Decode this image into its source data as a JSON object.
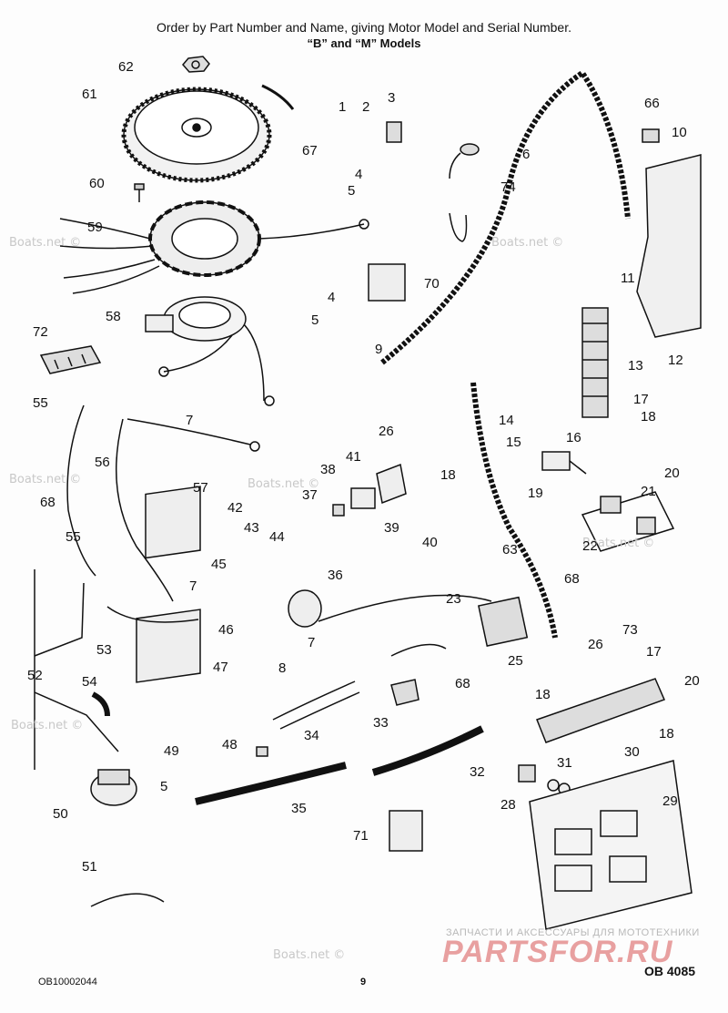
{
  "header": {
    "line1": "Order by Part Number and Name, giving Motor Model and Serial Number.",
    "line2": "“B” and “M” Models"
  },
  "watermark": "Boats.net ©",
  "footer": {
    "left_code": "OB10002044",
    "page_number": "9",
    "right_code": "OB 4085"
  },
  "logo": {
    "small_text": "ЗАПЧАСТИ И АКСЕССУАРЫ ДЛЯ МОТОТЕХНИКИ",
    "big_text": "PARTSFOR.RU"
  },
  "callouts": [
    "62",
    "61",
    "67",
    "1",
    "2",
    "3",
    "66",
    "10",
    "4",
    "6",
    "5",
    "74",
    "60",
    "59",
    "11",
    "70",
    "4",
    "5",
    "12",
    "58",
    "9",
    "13",
    "72",
    "55",
    "17",
    "18",
    "7",
    "56",
    "26",
    "15",
    "16",
    "14",
    "41",
    "18",
    "20",
    "38",
    "57",
    "37",
    "19",
    "21",
    "42",
    "39",
    "40",
    "22",
    "68",
    "43",
    "44",
    "55",
    "45",
    "36",
    "63",
    "68",
    "7",
    "23",
    "46",
    "73",
    "17",
    "53",
    "7",
    "26",
    "8",
    "47",
    "25",
    "20",
    "52",
    "54",
    "18",
    "68",
    "18",
    "33",
    "48",
    "34",
    "49",
    "30",
    "5",
    "32",
    "31",
    "50",
    "35",
    "28",
    "29",
    "71",
    "51"
  ]
}
